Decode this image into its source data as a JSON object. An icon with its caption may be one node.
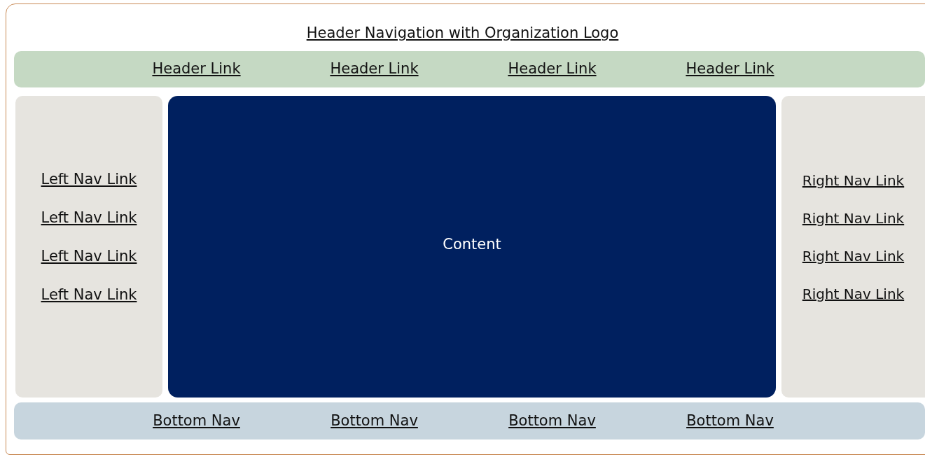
{
  "diagram": {
    "title": "Header Navigation with Organization Logo",
    "nodes": [
      {
        "text": [
          "Header Link",
          "Header Link",
          "Header Link",
          "Header Link"
        ]
      },
      {
        "text": [
          "Left Nav Link",
          "Left Nav Link",
          "Left Nav Link",
          "Left Nav Link"
        ]
      },
      {
        "text": [
          "Content"
        ]
      },
      {
        "text": [
          "Right Nav Link",
          "Right Nav Link",
          "Right Nav Link",
          "Right Nav Link"
        ]
      },
      {
        "text": [
          "Bottom Nav",
          "Bottom Nav",
          "Bottom Nav",
          "Bottom Nav"
        ]
      }
    ]
  }
}
